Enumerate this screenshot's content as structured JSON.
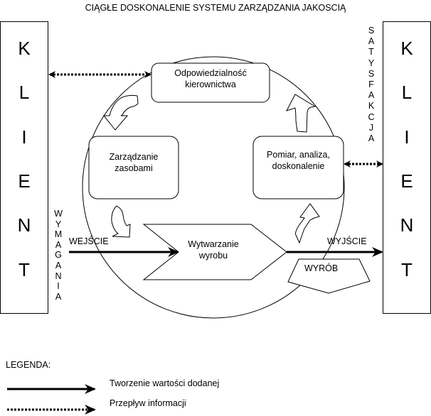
{
  "title": "CIĄGŁE DOSKONALENIE SYSTEMU ZARZĄDZANIA JAKOSCIĄ",
  "left_client": {
    "letters": [
      "K",
      "L",
      "I",
      "E",
      "N",
      "T"
    ]
  },
  "right_client": {
    "letters": [
      "K",
      "L",
      "I",
      "E",
      "N",
      "T"
    ]
  },
  "requirements_label": {
    "letters": [
      "W",
      "Y",
      "M",
      "A",
      "G",
      "A",
      "N",
      "I",
      "A"
    ]
  },
  "satisfaction_label": {
    "letters": [
      "S",
      "A",
      "T",
      "Y",
      "S",
      "F",
      "A",
      "K",
      "C",
      "J",
      "A"
    ]
  },
  "process_boxes": {
    "management": {
      "line1": "Odpowiedzialność",
      "line2": "kierownictwa"
    },
    "resources": {
      "line1": "Zarządzanie",
      "line2": "zasobami"
    },
    "measurement": {
      "line1": "Pomiar, analiza,",
      "line2": "doskonalenie"
    },
    "production": {
      "line1": "Wytwarzanie",
      "line2": "wyrobu"
    }
  },
  "flow": {
    "input_label": "WEJŚCIE",
    "output_label": "WYJŚCIE",
    "product_label": "WYRÓB"
  },
  "legend": {
    "title": "LEGENDA:",
    "items": [
      {
        "label": "Tworzenie wartości dodanej",
        "style": "solid"
      },
      {
        "label": "Przepływ informacji",
        "style": "dotted"
      }
    ]
  }
}
